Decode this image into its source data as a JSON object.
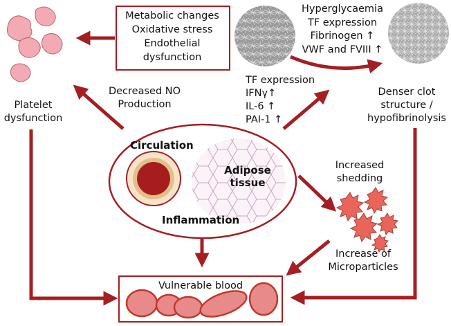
{
  "colors": {
    "arrow": "#a41e22",
    "cell_fill": "#e88a8a",
    "cell_edge": "#c0392b",
    "platelet_fill": "#f3aab4",
    "microparticle_fill": "#e9645a"
  },
  "metabolic_box": {
    "lines": [
      "Metabolic changes",
      "Oxidative stress",
      "Endothelial",
      "dysfunction"
    ]
  },
  "top_right": {
    "lines": [
      "Hyperglycaemia",
      "TF expression",
      "Fibrinogen ↑",
      "VWF and FVIII ↑"
    ]
  },
  "platelet": {
    "lines": [
      "Platelet",
      "dysfunction"
    ]
  },
  "no_production": {
    "lines": [
      "Decreased NO",
      "Production"
    ]
  },
  "markers": {
    "lines": [
      "TF expression",
      "IFNγ↑",
      "IL-6 ↑",
      "PAI-1 ↑"
    ]
  },
  "clot": {
    "lines": [
      "Denser clot",
      "structure /",
      "hypofibrinolysis"
    ]
  },
  "center": {
    "circulation": "Circulation",
    "adipose": "Adipose",
    "tissue": "tissue",
    "inflammation": "Inflammation"
  },
  "shedding": {
    "lines": [
      "Increased",
      "shedding"
    ]
  },
  "microparticles": {
    "lines": [
      "Increase of",
      "Microparticles"
    ]
  },
  "vulnerable": {
    "label": "Vulnerable blood"
  }
}
